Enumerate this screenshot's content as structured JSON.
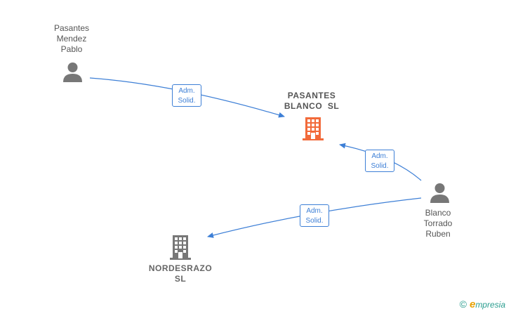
{
  "nodes": {
    "pasantes_mendez": {
      "lines": [
        "Pasantes",
        "Mendez",
        "Pablo"
      ],
      "type": "person",
      "color": "#777777"
    },
    "pasantes_blanco": {
      "lines": [
        "PASANTES",
        "BLANCO  SL"
      ],
      "type": "company",
      "color": "#f26a3a"
    },
    "blanco_torrado": {
      "lines": [
        "Blanco",
        "Torrado",
        "Ruben"
      ],
      "type": "person",
      "color": "#777777"
    },
    "nordesrazo": {
      "lines": [
        "NORDESRAZO",
        "SL"
      ],
      "type": "company",
      "color": "#777777"
    }
  },
  "edges": [
    {
      "from": "pasantes_mendez",
      "to": "pasantes_blanco",
      "label_lines": [
        "Adm.",
        "Solid."
      ]
    },
    {
      "from": "blanco_torrado",
      "to": "pasantes_blanco",
      "label_lines": [
        "Adm.",
        "Solid."
      ]
    },
    {
      "from": "blanco_torrado",
      "to": "nordesrazo",
      "label_lines": [
        "Adm.",
        "Solid."
      ]
    }
  ],
  "colors": {
    "edge": "#3d7fd6",
    "person_icon": "#777777",
    "company_main": "#f26a3a",
    "company_other": "#777777"
  },
  "footer": {
    "copyright_symbol": "©",
    "brand_initial": "e",
    "brand_rest": "mpresia"
  }
}
